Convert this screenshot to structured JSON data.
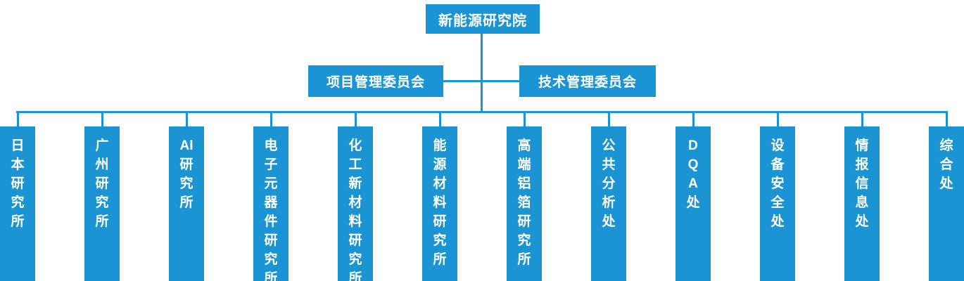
{
  "colors": {
    "primary": "#1b94d3",
    "text_on_primary": "#ffffff"
  },
  "root": {
    "label": "新能源研究院"
  },
  "committees": [
    {
      "id": "project-management-committee",
      "label": "项目管理委员会"
    },
    {
      "id": "technology-management-committee",
      "label": "技术管理委员会"
    }
  ],
  "departments": [
    {
      "id": "japan-research-institute",
      "label": "日本研究所",
      "lines": [
        "日",
        "本",
        "研",
        "究",
        "所"
      ]
    },
    {
      "id": "guangzhou-research-institute",
      "label": "广州研究所",
      "lines": [
        "广",
        "州",
        "研",
        "究",
        "所"
      ]
    },
    {
      "id": "ai-research-institute",
      "label": "AI研究所",
      "lines": [
        "AI",
        "研",
        "究",
        "所"
      ]
    },
    {
      "id": "electronic-components-research-institute",
      "label": "电子元器件研究所",
      "lines": [
        "电",
        "子",
        "元",
        "器",
        "件",
        "研",
        "究",
        "所"
      ]
    },
    {
      "id": "chemical-new-materials-research-institute",
      "label": "化工新材料研究所",
      "lines": [
        "化",
        "工",
        "新",
        "材",
        "料",
        "研",
        "究",
        "所"
      ]
    },
    {
      "id": "energy-materials-research-institute",
      "label": "能源材料研究所",
      "lines": [
        "能",
        "源",
        "材",
        "料",
        "研",
        "究",
        "所"
      ]
    },
    {
      "id": "high-end-aluminum-foil-research-institute",
      "label": "高端铝箔研究所",
      "lines": [
        "高",
        "端",
        "铝",
        "箔",
        "研",
        "究",
        "所"
      ]
    },
    {
      "id": "public-analysis-division",
      "label": "公共分析处",
      "lines": [
        "公",
        "共",
        "分",
        "析",
        "处"
      ]
    },
    {
      "id": "dqa-division",
      "label": "DQA处",
      "lines": [
        "D",
        "Q",
        "A",
        "处"
      ]
    },
    {
      "id": "equipment-safety-division",
      "label": "设备安全处",
      "lines": [
        "设",
        "备",
        "安",
        "全",
        "处"
      ]
    },
    {
      "id": "intelligence-information-division",
      "label": "情报信息处",
      "lines": [
        "情",
        "报",
        "信",
        "息",
        "处"
      ]
    },
    {
      "id": "general-division",
      "label": "综合处",
      "lines": [
        "综",
        "合",
        "处"
      ]
    }
  ]
}
